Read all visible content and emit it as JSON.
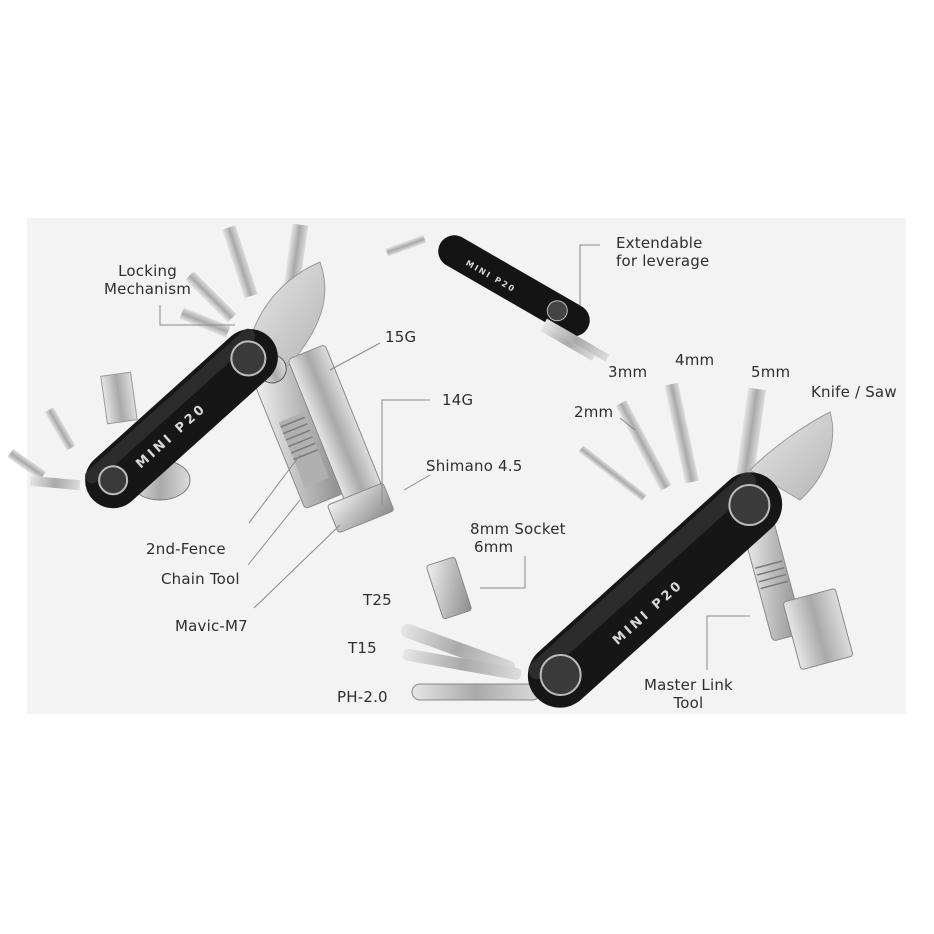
{
  "product": {
    "brand_text": "MINI P20",
    "colors": {
      "background": "#ffffff",
      "panel": "#f3f3f3",
      "body": "#161616",
      "metal": "#c9c9c9",
      "label": "#2e2e2e",
      "leader": "#8a8a8a"
    }
  },
  "callouts": {
    "locking_mechanism": {
      "line1": "Locking",
      "line2": "Mechanism"
    },
    "g15": "15G",
    "g14": "14G",
    "shimano": "Shimano 4.5",
    "second_fence": "2nd-Fence",
    "chain_tool": "Chain Tool",
    "mavic": "Mavic-M7",
    "extendable": {
      "line1": "Extendable",
      "line2": "for leverage"
    },
    "mm2": "2mm",
    "mm3": "3mm",
    "mm4": "4mm",
    "mm5": "5mm",
    "knife_saw": "Knife / Saw",
    "socket": {
      "line1": "8mm Socket",
      "line2": "6mm"
    },
    "t25": "T25",
    "t15": "T15",
    "ph20": "PH-2.0",
    "master_link": {
      "line1": "Master Link",
      "line2": "Tool"
    }
  }
}
